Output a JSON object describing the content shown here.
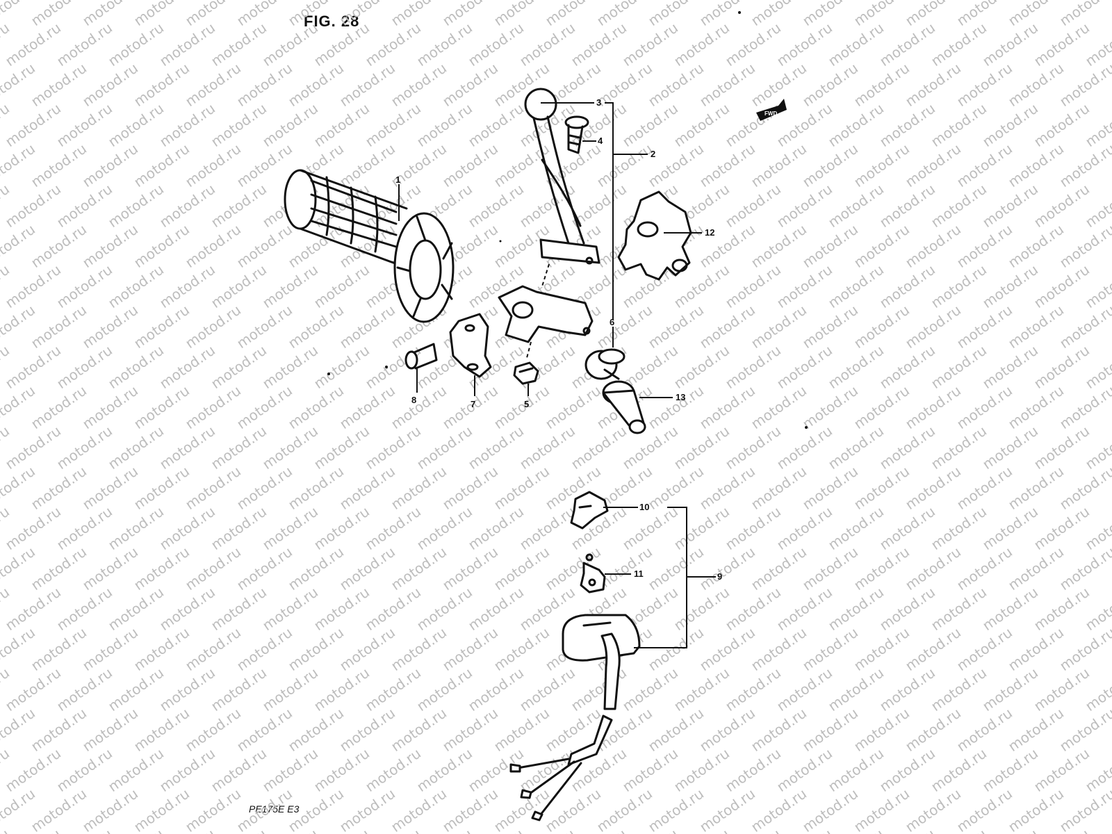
{
  "figure": {
    "title": "FIG. 28",
    "model_code": "PE175E E3",
    "watermark_text": "motod.ru",
    "forward_indicator": "FWD"
  },
  "callouts": {
    "c1": "1",
    "c2": "2",
    "c3": "3",
    "c4": "4",
    "c5": "5",
    "c6": "6",
    "c7": "7",
    "c8": "8",
    "c9": "9",
    "c10": "10",
    "c11": "11",
    "c12": "12",
    "c13": "13"
  },
  "colors": {
    "ink": "#111111",
    "watermark": "#bdbdbd",
    "background": "#ffffff"
  }
}
